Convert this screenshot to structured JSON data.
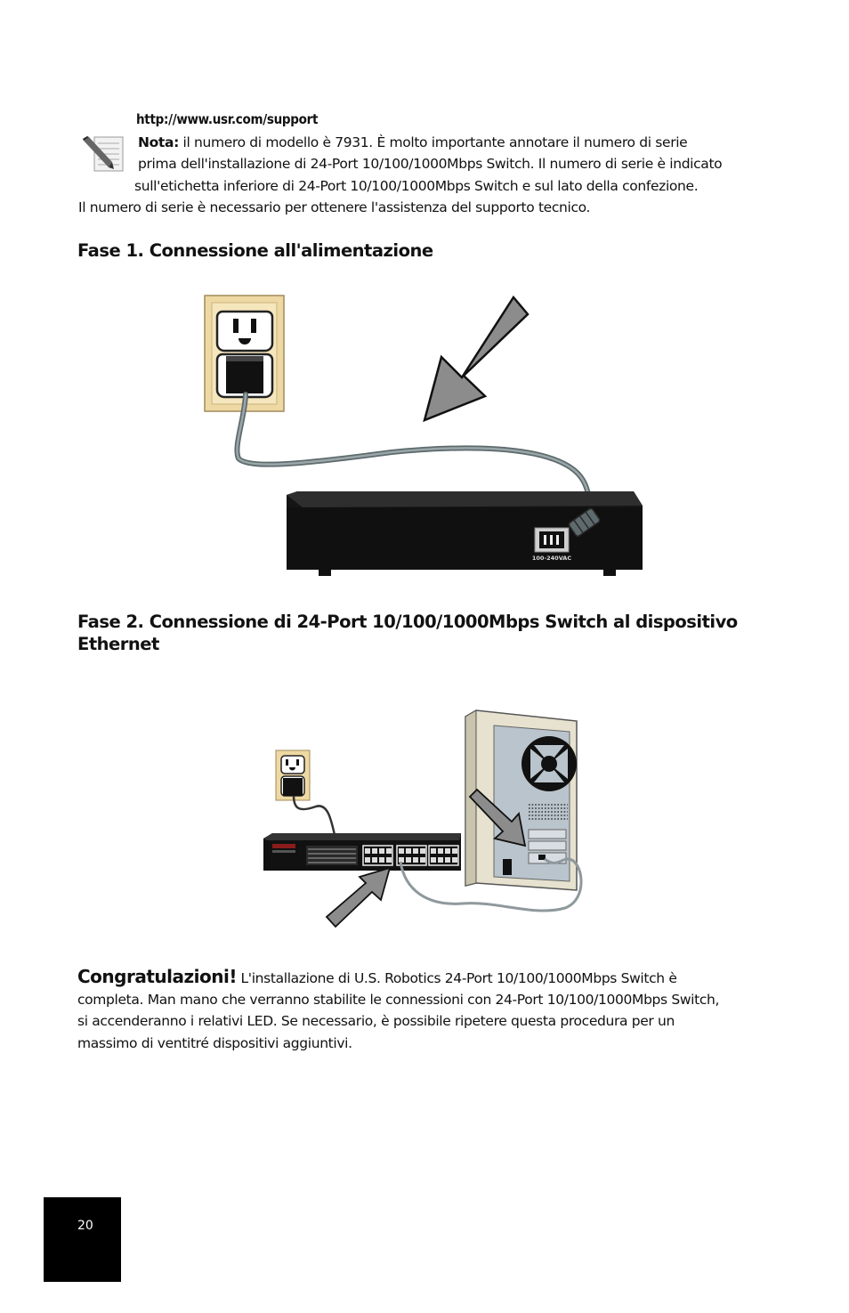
{
  "note": {
    "url": "http://www.usr.com/support",
    "label": "Nota:",
    "line1": " il numero di modello è 7931. È molto importante annotare il numero di serie",
    "line2": "prima dell'installazione di 24-Port 10/100/1000Mbps Switch. Il numero di serie è indicato",
    "line3": "sull'etichetta inferiore di 24-Port 10/100/1000Mbps Switch e sul lato della confezione.",
    "line4": "Il numero di serie è necessario per ottenere l'assistenza del supporto tecnico."
  },
  "step1": {
    "heading": "Fase 1. Connessione all'alimentazione",
    "power_label": "100-240VAC"
  },
  "step2": {
    "heading_line1": "Fase 2. Connessione di 24-Port 10/100/1000Mbps Switch al dispositivo",
    "heading_line2": "Ethernet"
  },
  "congrats": {
    "heading": "Congratulazioni!",
    "line1": " L'installazione di U.S. Robotics 24-Port 10/100/1000Mbps Switch è",
    "line2": "completa. Man mano che verranno stabilite le connessioni con 24-Port 10/100/1000Mbps Switch,",
    "line3": "si accenderanno i relativi LED. Se necessario, è possibile ripetere questa procedura per un",
    "line4": "massimo di ventitré dispositivi aggiuntivi."
  },
  "page": {
    "number": "20"
  }
}
